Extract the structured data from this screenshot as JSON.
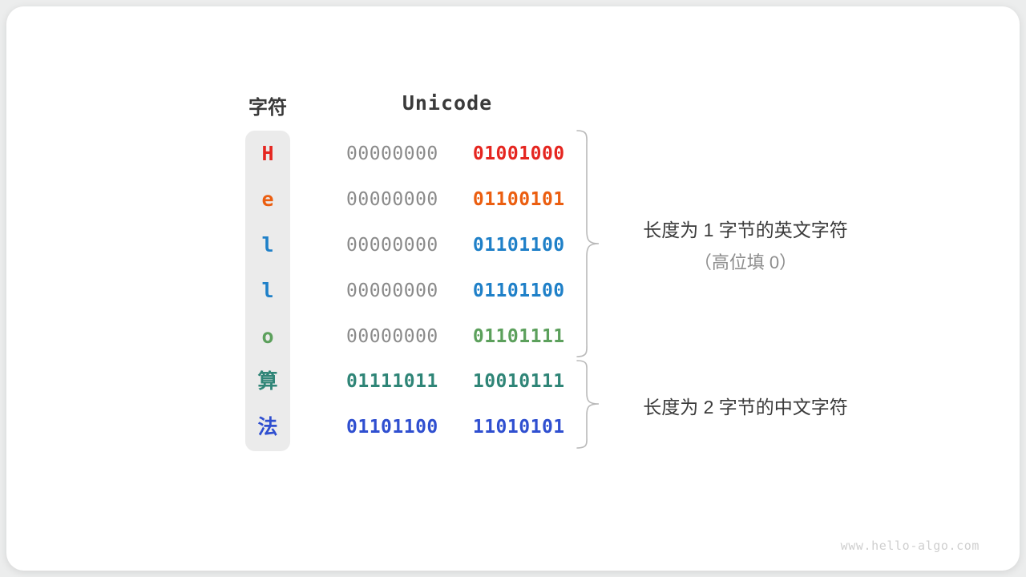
{
  "figure": {
    "background_color": "#eceded",
    "card_color": "#ffffff",
    "watermark": "www.hello-algo.com"
  },
  "table": {
    "headers": {
      "char": "字符",
      "unicode": "Unicode"
    },
    "highlight_color": "#ebebeb",
    "rows": [
      {
        "char": "H",
        "char_color": "#e52620",
        "high_byte": "00000000",
        "low_byte": "01001000",
        "low_color": "#e52620",
        "high_filled": false
      },
      {
        "char": "e",
        "char_color": "#eb5e10",
        "high_byte": "00000000",
        "low_byte": "01100101",
        "low_color": "#eb5e10",
        "high_filled": false
      },
      {
        "char": "l",
        "char_color": "#1f80c8",
        "high_byte": "00000000",
        "low_byte": "01101100",
        "low_color": "#1f80c8",
        "high_filled": false
      },
      {
        "char": "l",
        "char_color": "#1f80c8",
        "high_byte": "00000000",
        "low_byte": "01101100",
        "low_color": "#1f80c8",
        "high_filled": false
      },
      {
        "char": "o",
        "char_color": "#5ca05c",
        "high_byte": "00000000",
        "low_byte": "01101111",
        "low_color": "#5ca05c",
        "high_filled": false
      },
      {
        "char": "算",
        "char_color": "#2f8577",
        "high_byte": "01111011",
        "low_byte": "10010111",
        "low_color": "#2f8577",
        "high_color": "#2f8577",
        "high_filled": true
      },
      {
        "char": "法",
        "char_color": "#2f4fd0",
        "high_byte": "01101100",
        "low_byte": "11010101",
        "low_color": "#2f4fd0",
        "high_color": "#2f4fd0",
        "high_filled": true
      }
    ]
  },
  "annotations": [
    {
      "line1": "长度为 1 字节的英文字符",
      "line2": "（高位填 0）",
      "covers_rows": "1-5"
    },
    {
      "line1": "长度为 2 字节的中文字符",
      "line2": "",
      "covers_rows": "6-7"
    }
  ]
}
